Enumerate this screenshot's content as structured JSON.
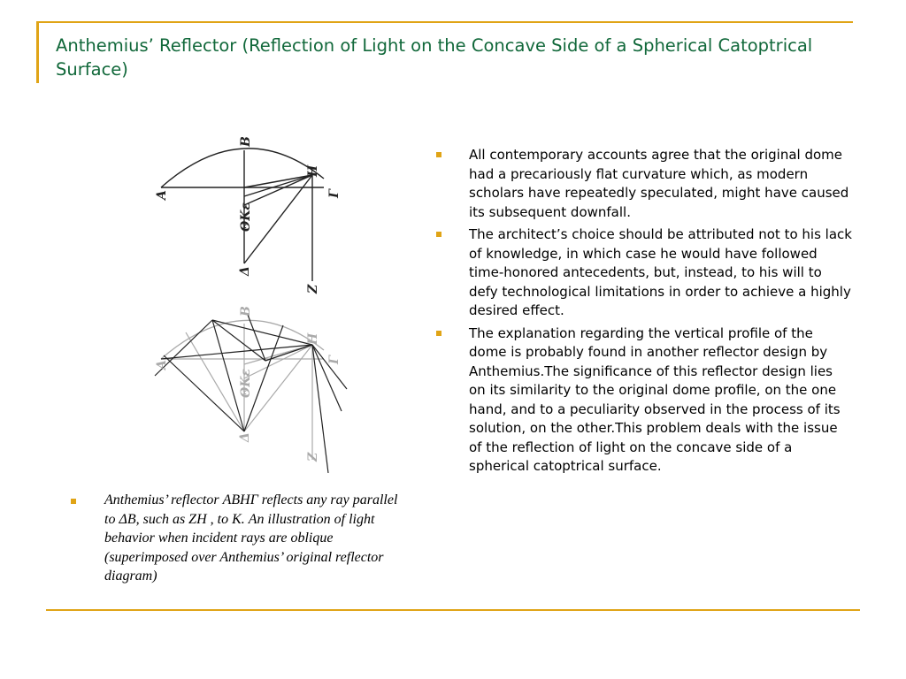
{
  "slide": {
    "title": "Anthemius’ Reflector (Reflection of Light on the Concave Side of a Spherical Catoptrical Surface)",
    "bullets": [
      "All contemporary accounts agree that the original dome had a precariously flat curvature which, as modern scholars have repeatedly speculated, might have caused its subsequent downfall.",
      "The architect’s choice should be attributed not to his lack of knowledge, in which case he would have followed time-honored antecedents, but, instead, to his will to defy technological limitations in order to achieve a highly desired effect.",
      "The explanation regarding the vertical profile of the dome is probably found in another reflector design by Anthemius.The significance of this reflector design lies on its similarity to the original dome profile, on the one hand, and to a peculiarity observed in the process of its solution, on the other.This problem deals with the issue of the reflection of light on the concave side of a spherical catoptrical surface."
    ],
    "caption": "Anthemius’ reflector ΑΒΗΓ  reflects any ray parallel to ΔΒ, such as ΖΗ , to Κ. An illustration of light behavior when incident rays are oblique (superimposed over Anthemius’ original reflector diagram)"
  },
  "colors": {
    "title": "#11683a",
    "accent": "#e0a416"
  },
  "diagram": {
    "top_labels": {
      "A": "A",
      "B": "B",
      "H": "H",
      "G": "Γ",
      "thetaKe": "ΘΚε",
      "D": "Δ",
      "Z": "Z"
    },
    "bottom_labels": {
      "A": "A",
      "B": "B",
      "H": "H",
      "G": "Γ",
      "thetaKe": "ΘΚε",
      "D": "Δ",
      "Z": "Z"
    }
  }
}
